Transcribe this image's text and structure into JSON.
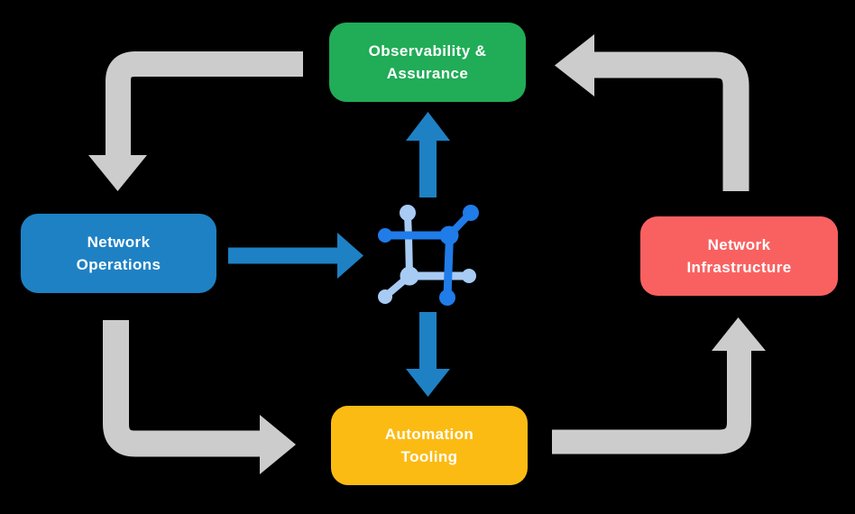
{
  "diagram_title": "network automation lifecycle diagram",
  "nodes": {
    "observability": {
      "label": "Observability & Assurance",
      "lines": [
        "Observability &",
        "Assurance"
      ],
      "color": "#21AC57"
    },
    "operations": {
      "label": "Network Operations",
      "lines": [
        "Network",
        "Operations"
      ],
      "color": "#1E81C4"
    },
    "infrastructure": {
      "label": "Network Infrastructure",
      "lines": [
        "Network",
        "Infrastructure"
      ],
      "color": "#F96161"
    },
    "automation": {
      "label": "Automation Tooling",
      "lines": [
        "Automation",
        "Tooling"
      ],
      "color": "#FCBB13"
    }
  },
  "connections": [
    {
      "from": "observability",
      "to": "operations",
      "style": "cycle"
    },
    {
      "from": "operations",
      "to": "automation",
      "style": "cycle"
    },
    {
      "from": "automation",
      "to": "infrastructure",
      "style": "cycle"
    },
    {
      "from": "infrastructure",
      "to": "observability",
      "style": "cycle"
    },
    {
      "from": "operations",
      "to": "center-icon",
      "style": "flow"
    },
    {
      "from": "center-icon",
      "to": "observability",
      "style": "flow"
    },
    {
      "from": "center-icon",
      "to": "automation",
      "style": "flow"
    }
  ],
  "center_icon": {
    "name": "network-mesh-icon"
  },
  "colors": {
    "background": "#000000",
    "cycle_arrow": "#CCCCCC",
    "flow_arrow": "#1E81C4",
    "icon_primary": "#1F7CE8",
    "icon_secondary": "#A8CBF4",
    "text": "#FFFFFF"
  }
}
